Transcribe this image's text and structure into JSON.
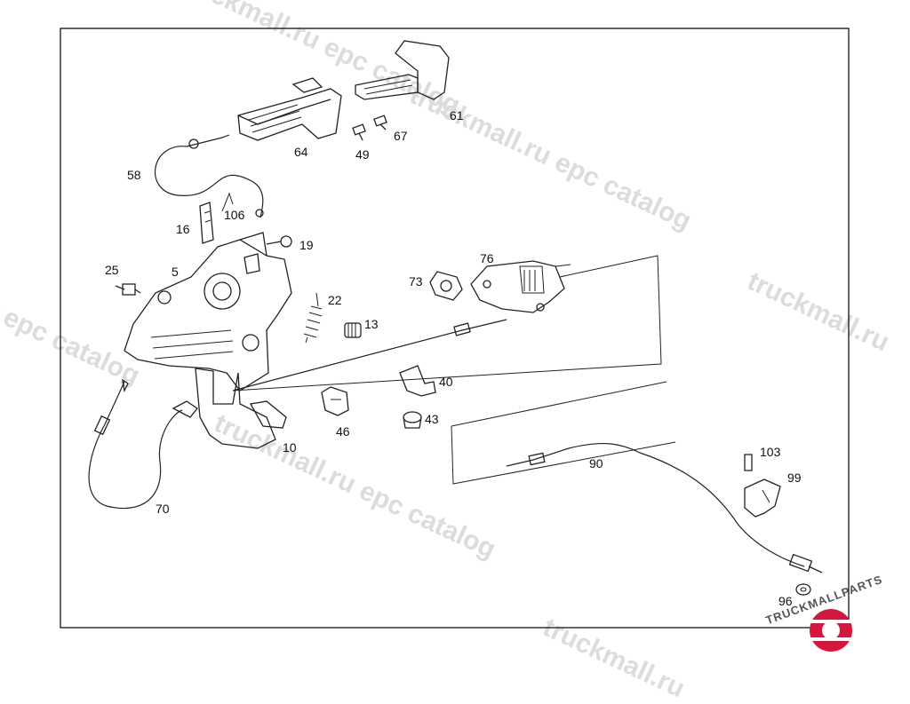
{
  "watermark": {
    "text_a": "truckmall.ru epc catalog",
    "text_b": "truckmall.ru",
    "text_c": "y epc catalog"
  },
  "logo": {
    "text": "TRUCKMALLPARTS",
    "accent": "#d6173d"
  },
  "colors": {
    "frame": "#000000",
    "ink": "#222222",
    "watermark": "#dcdcdc"
  },
  "labels": {
    "p5": "5",
    "p10": "10",
    "p13": "13",
    "p16": "16",
    "p19": "19",
    "p22": "22",
    "p25": "25",
    "p40": "40",
    "p43": "43",
    "p46": "46",
    "p49": "49",
    "p58": "58",
    "p61": "61",
    "p64": "64",
    "p67": "67",
    "p70": "70",
    "p73": "73",
    "p76": "76",
    "p90": "90",
    "p96": "96",
    "p99": "99",
    "p103": "103",
    "p106": "106"
  }
}
